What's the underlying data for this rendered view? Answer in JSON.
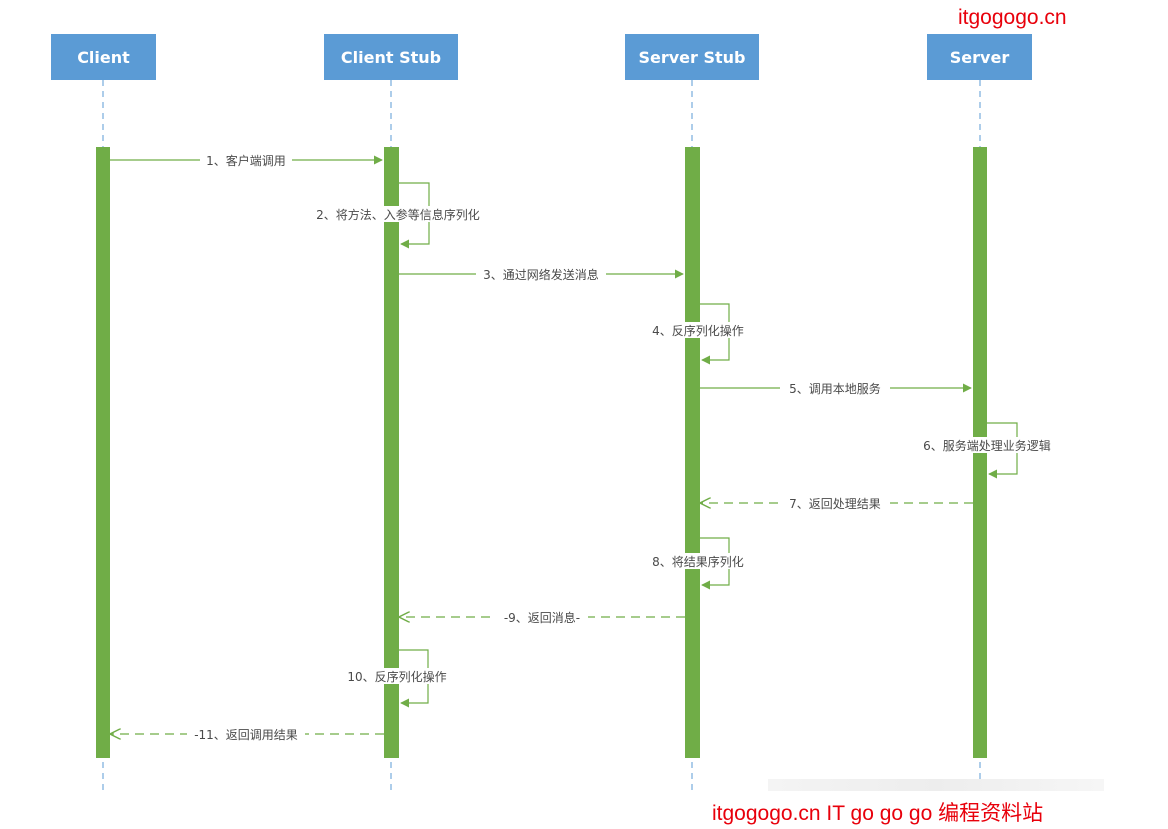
{
  "participants": {
    "client": "Client",
    "client_stub": "Client Stub",
    "server_stub": "Server Stub",
    "server": "Server"
  },
  "messages": [
    "1、客户端调用",
    "2、将方法、入参等信息序列化",
    "3、通过网络发送消息",
    "4、反序列化操作",
    "5、调用本地服务",
    "6、服务端处理业务逻辑",
    "7、返回处理结果",
    "8、将结果序列化",
    "-9、返回消息-",
    "10、反序列化操作",
    "-11、返回调用结果"
  ],
  "watermark": {
    "top": "itgogogo.cn",
    "bottom": "itgogogo.cn IT go go go 编程资料站"
  },
  "colors": {
    "participant_fill": "#5b9bd5",
    "lifeline": "#5b9bd5",
    "activation": "#70ad47",
    "arrow": "#70ad47",
    "watermark": "#e8000b"
  }
}
